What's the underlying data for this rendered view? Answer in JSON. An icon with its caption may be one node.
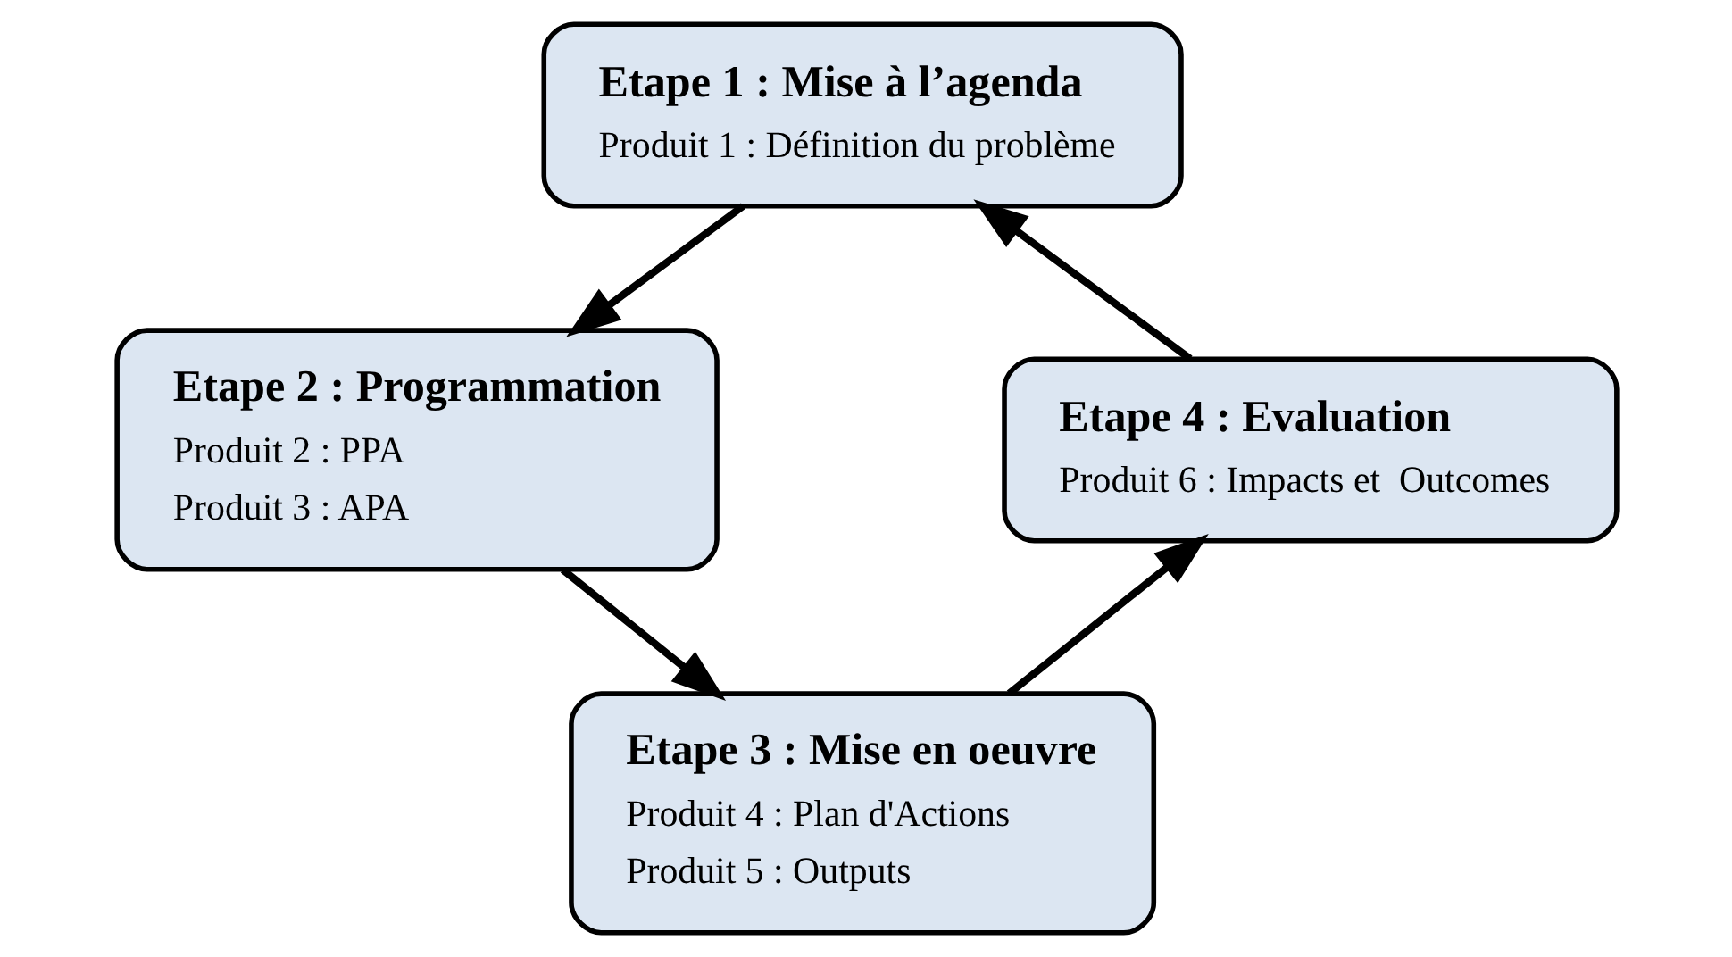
{
  "diagram": {
    "nodes": [
      {
        "text": [
          "Etape 1 : Mise à l’agenda",
          "Produit 1 : Définition du problème"
        ]
      },
      {
        "text": [
          "Etape 2 : Programmation",
          "Produit 2 : PPA",
          "Produit 3 : APA"
        ]
      },
      {
        "text": [
          "Etape 3 : Mise en oeuvre",
          "Produit 4 : Plan d'Actions",
          "Produit 5 : Outputs"
        ]
      },
      {
        "text": [
          "Etape 4 : Evaluation",
          "Produit 6 : Impacts et  Outcomes"
        ]
      }
    ],
    "edges": [
      {
        "from": 0,
        "to": 1,
        "arrow": "to"
      },
      {
        "from": 1,
        "to": 2,
        "arrow": "to"
      },
      {
        "from": 2,
        "to": 3,
        "arrow": "to"
      },
      {
        "from": 3,
        "to": 0,
        "arrow": "to"
      }
    ]
  }
}
